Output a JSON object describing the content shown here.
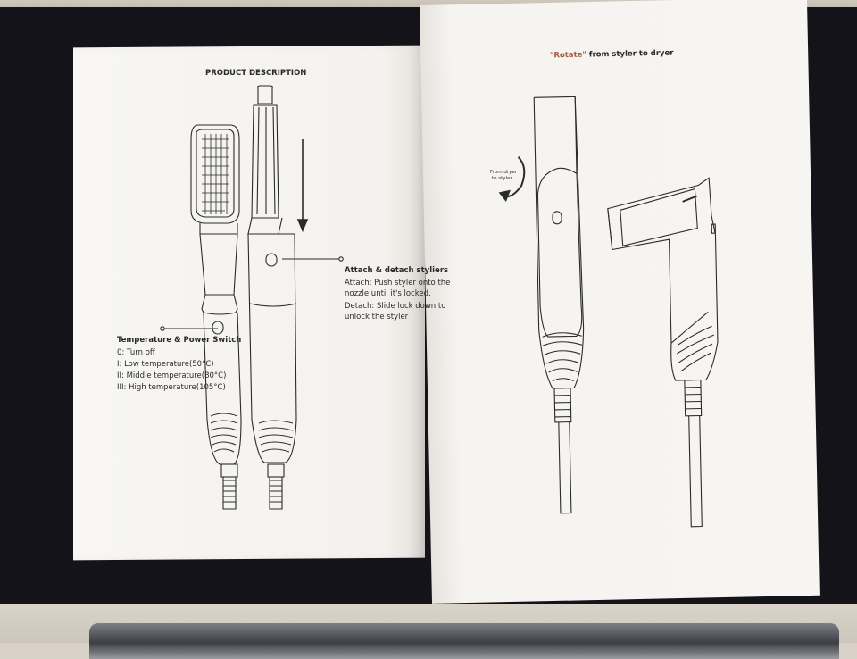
{
  "left_page": {
    "title": "PRODUCT DESCRIPTION",
    "attach_heading": "Attach & detach styliers",
    "attach_lines": [
      "Attach: Push styler onto the",
      "nozzle until it's locked.",
      "Detach: Slide lock down to",
      "unlock the styler"
    ],
    "switch_heading": "Temperature & Power Switch",
    "switch_lines": [
      "0: Turn off",
      "I: Low temperature(50°C)",
      "II: Middle temperature(80°C)",
      "III: High temperature(105°C)"
    ]
  },
  "right_page": {
    "title_quoted": "\"Rotate\"",
    "title_rest": " from styler to dryer",
    "arrow_label_line1": "From dryer",
    "arrow_label_line2": "to styler"
  },
  "colors": {
    "background_surface": "#141319",
    "paper": "#f6f4f1",
    "ink": "#2a2a2a",
    "accent_title": "#a35a3a"
  }
}
